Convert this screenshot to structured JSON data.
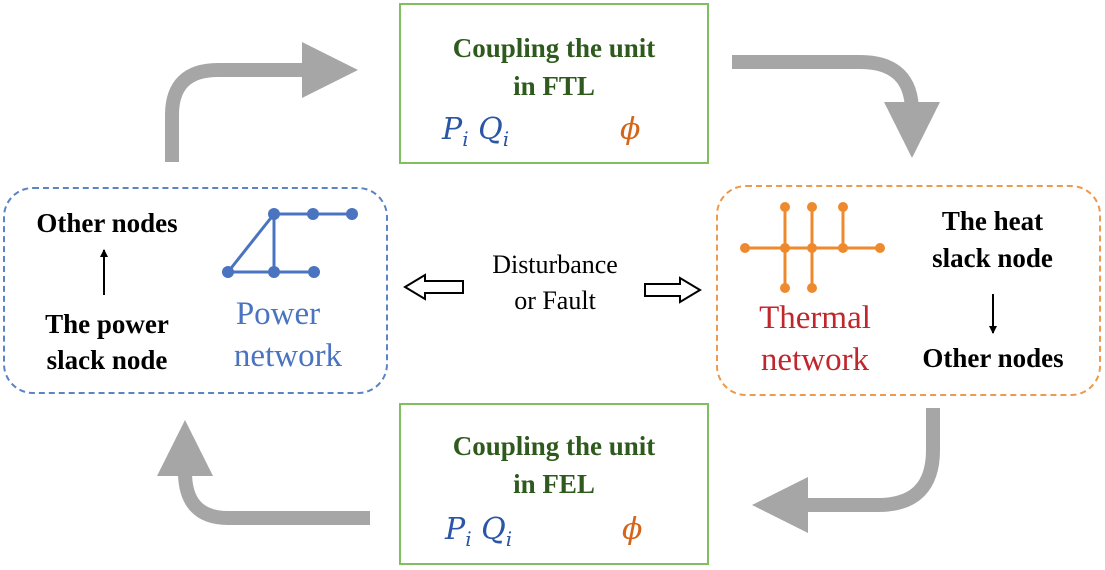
{
  "ftl_box": {
    "title_line1": "Coupling the unit",
    "title_line2": "in FTL",
    "left_vars": "Pi Qi",
    "right_var": "ϕ"
  },
  "fel_box": {
    "title_line1": "Coupling the unit",
    "title_line2": "in FEL",
    "left_vars": "Pi Qi",
    "right_var": "ϕ"
  },
  "power": {
    "other_nodes": "Other nodes",
    "slack_line1": "The power",
    "slack_line2": "slack node",
    "label_line1": "Power",
    "label_line2": "network"
  },
  "thermal": {
    "slack_line1": "The heat",
    "slack_line2": "slack node",
    "other_nodes": "Other nodes",
    "label_line1": "Thermal",
    "label_line2": "network"
  },
  "center": {
    "line1": "Disturbance",
    "line2": "or Fault"
  },
  "colors": {
    "green_title": "#2f5a1e",
    "green_border": "#7fbf5f",
    "power_blue": "#4a74c0",
    "thermal_orange": "#ee8a2d",
    "thermal_red": "#c0272d",
    "arrow_gray": "#a6a6a6"
  }
}
